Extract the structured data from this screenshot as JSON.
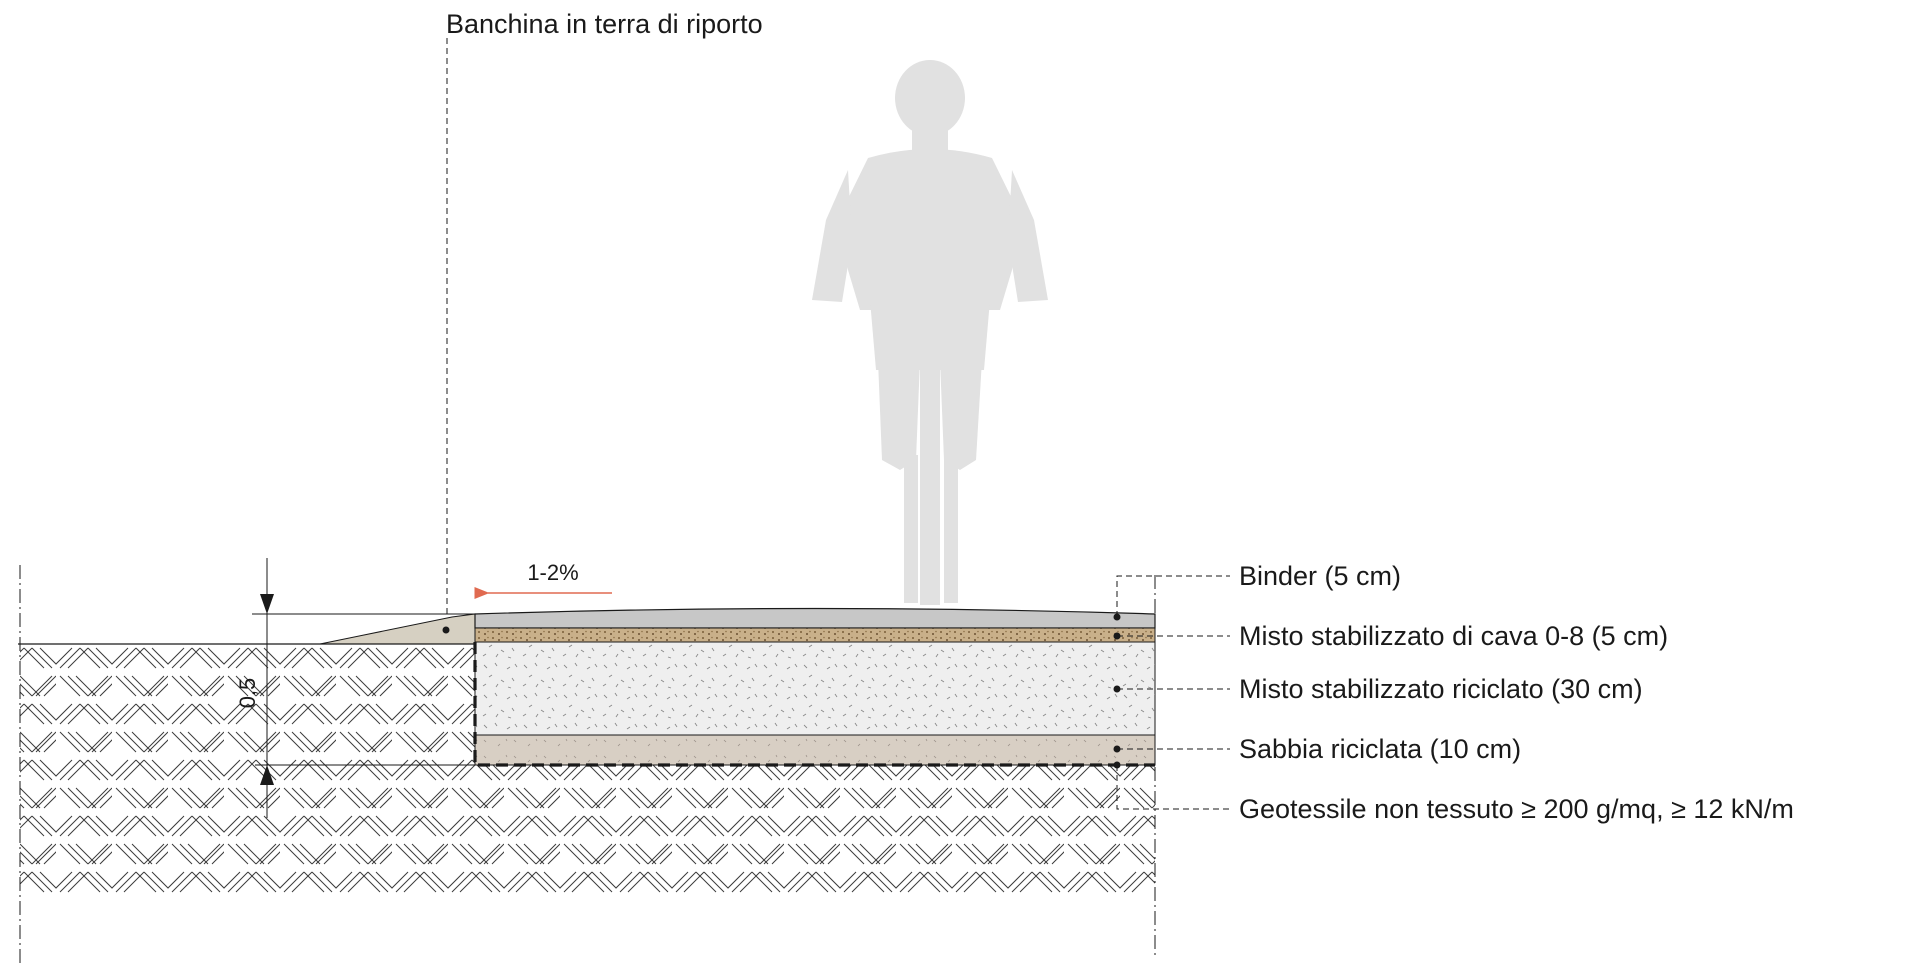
{
  "diagram": {
    "title": "Banchina in terra di riporto",
    "slope_label": "1-2%",
    "dimension_label": "0,5",
    "layers": [
      {
        "label": "Binder (5 cm)"
      },
      {
        "label": "Misto stabilizzato di cava 0-8 (5 cm)"
      },
      {
        "label": "Misto stabilizzato riciclato (30 cm)"
      },
      {
        "label": "Sabbia riciclata (10 cm)"
      },
      {
        "label": "Geotessile non tessuto ≥ 200 g/mq, ≥ 12 kN/m"
      }
    ],
    "colors": {
      "line": "#1a1a1a",
      "hatch": "#3a3a3a",
      "binder": "#c7c7c7",
      "gravel_fine": "#c9b08a",
      "recycled_gravel": "#efefef",
      "sand": "#d8cfc4",
      "shoulder": "#d6d0c2",
      "cyclist": "#e1e1e1",
      "slope_arrow": "#e06a50"
    }
  }
}
